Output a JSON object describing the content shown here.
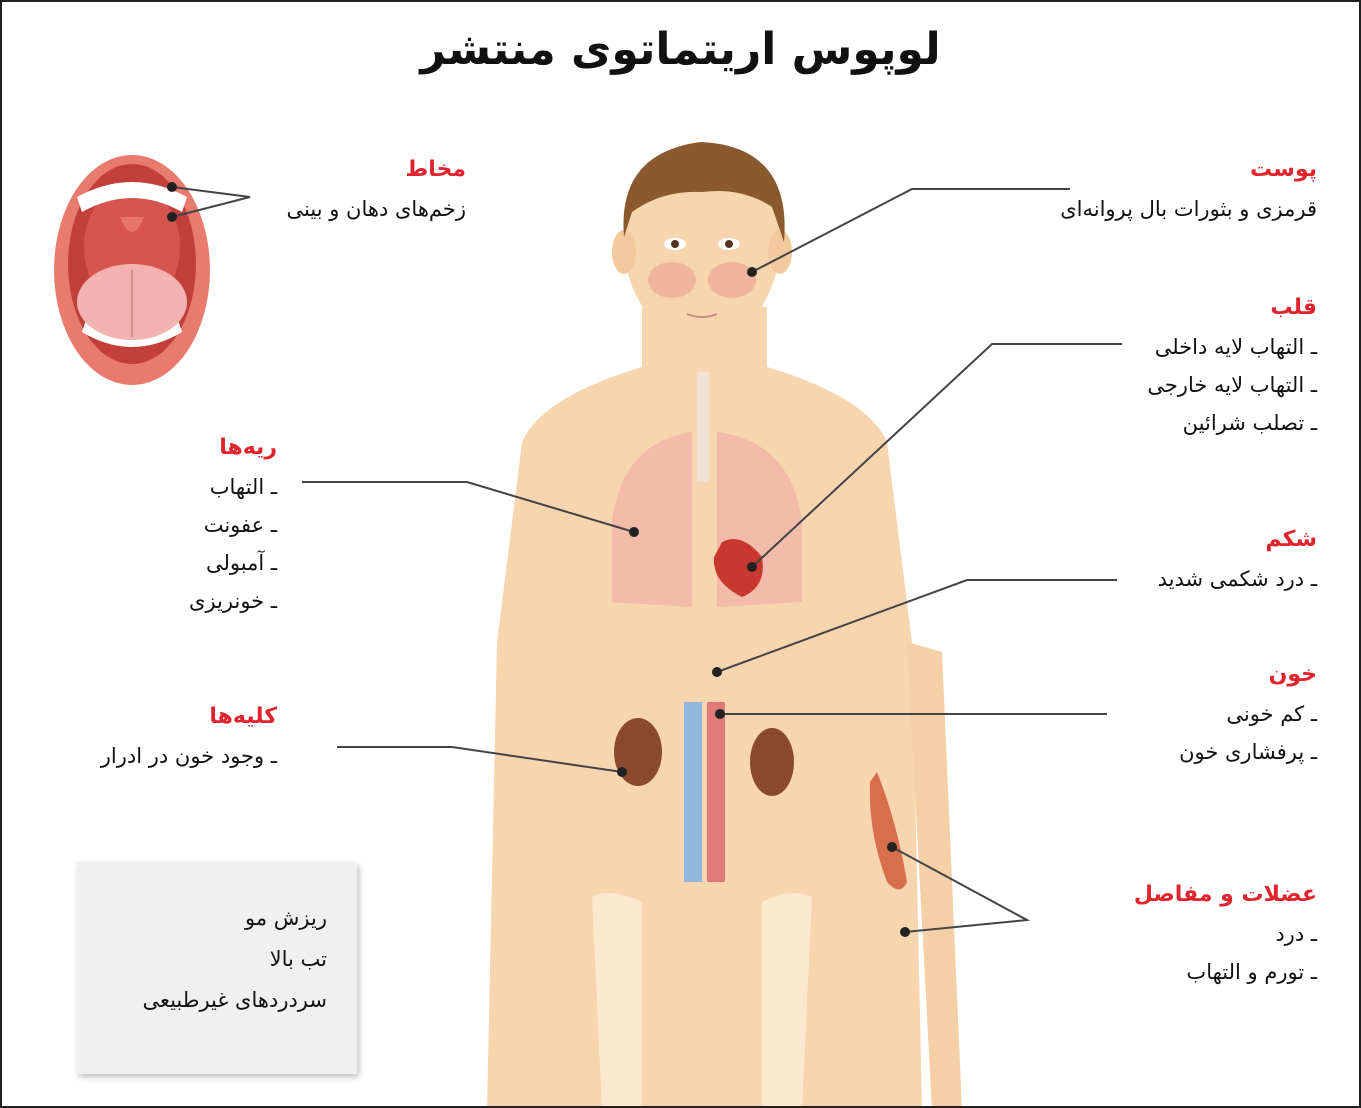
{
  "title": "لوپوس اریتماتوی منتشر",
  "labels": {
    "mucosa": {
      "heading": "مخاط",
      "items": [
        "زخم‌های دهان و بینی"
      ]
    },
    "skin": {
      "heading": "پوست",
      "items": [
        "قرمزی و بثورات بال پروانه‌ای"
      ]
    },
    "heart": {
      "heading": "قلب",
      "items": [
        "ـ التهاب لایه داخلی",
        "ـ التهاب لایه خارجی",
        "ـ تصلب شرائین"
      ]
    },
    "lungs": {
      "heading": "ریه‌ها",
      "items": [
        "ـ التهاب",
        "ـ عفونت",
        "ـ آمبولی",
        "ـ خونریزی"
      ]
    },
    "abdomen": {
      "heading": "شکم",
      "items": [
        "ـ درد شکمی شدید"
      ]
    },
    "blood": {
      "heading": "خون",
      "items": [
        "ـ کم خونی",
        "ـ پرفشاری خون"
      ]
    },
    "kidneys": {
      "heading": "کلیه‌ها",
      "items": [
        "ـ وجود خون در ادرار"
      ]
    },
    "muscles": {
      "heading": "عضلات و مفاصل",
      "items": [
        "ـ درد",
        "ـ تورم و التهاب"
      ]
    }
  },
  "note": {
    "items": [
      "ریزش مو",
      "تب بالا",
      "سردردهای غیرطبیعی"
    ]
  },
  "colors": {
    "heading": "#e0242e",
    "skin": "#f7d5ae",
    "hair": "#8a5a2e",
    "line": "#444444"
  }
}
